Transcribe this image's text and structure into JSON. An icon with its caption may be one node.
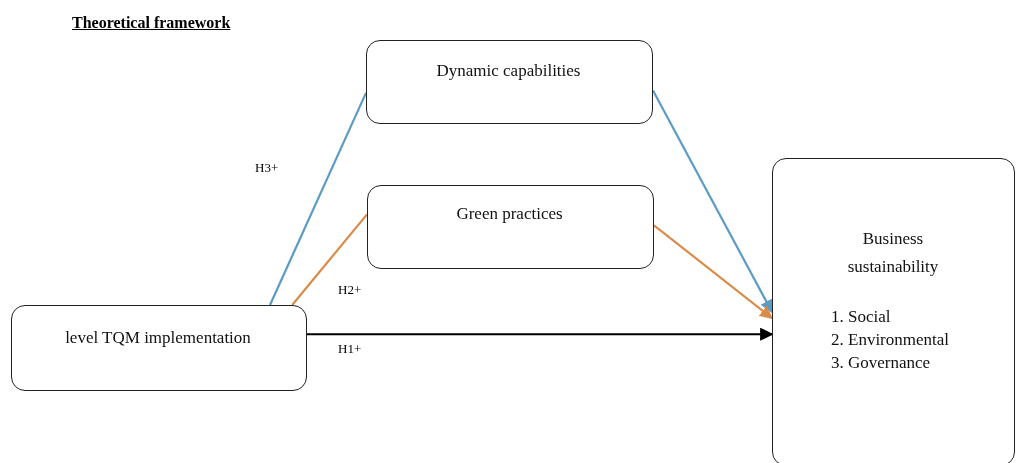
{
  "diagram": {
    "title": "Theoretical framework",
    "nodes": [
      {
        "text": [
          "level TQM implementation"
        ]
      },
      {
        "text": [
          "Dynamic capabilities"
        ]
      },
      {
        "text": [
          "Green practices"
        ]
      },
      {
        "text": [
          "Business sustainability",
          "1. Social",
          "2. Environmental",
          "3. Governance"
        ]
      }
    ],
    "edges": [
      {
        "from": 0,
        "to": 1,
        "arrow": "none",
        "label": "H3+",
        "color": "#5b9bc4"
      },
      {
        "from": 0,
        "to": 2,
        "arrow": "none",
        "label": "H2+",
        "color": "#d98c4a"
      },
      {
        "from": 1,
        "to": 3,
        "arrow": "to",
        "color": "#5b9bc4"
      },
      {
        "from": 2,
        "to": 3,
        "arrow": "to",
        "color": "#d98c4a"
      },
      {
        "from": 0,
        "to": 3,
        "arrow": "to",
        "label": "H1+",
        "color": "#000000"
      }
    ]
  }
}
